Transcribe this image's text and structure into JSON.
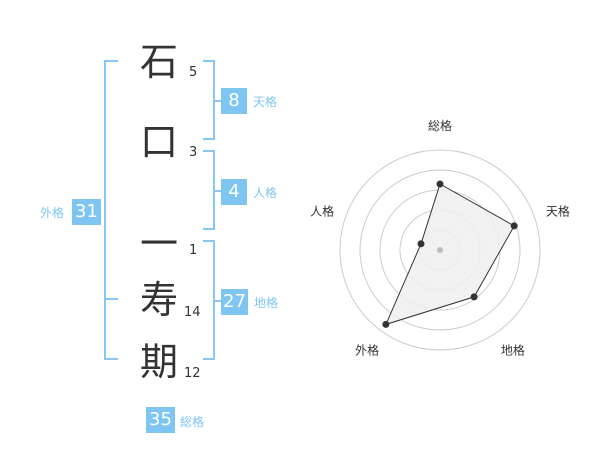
{
  "name": {
    "chars": [
      {
        "char": "石",
        "strokes": "5"
      },
      {
        "char": "口",
        "strokes": "3"
      },
      {
        "char": "一",
        "strokes": "1"
      },
      {
        "char": "寿",
        "strokes": "14"
      },
      {
        "char": "期",
        "strokes": "12"
      }
    ]
  },
  "fortune": {
    "tenkaku": {
      "value": "8",
      "label": "天格"
    },
    "jinkaku": {
      "value": "4",
      "label": "人格"
    },
    "chikaku": {
      "value": "27",
      "label": "地格"
    },
    "gaikaku": {
      "value": "31",
      "label": "外格"
    },
    "soukaku": {
      "value": "35",
      "label": "総格"
    }
  },
  "chart_data": {
    "type": "radar",
    "axes": [
      "総格",
      "天格",
      "地格",
      "外格",
      "人格"
    ],
    "values": [
      3.3,
      3.9,
      2.9,
      4.6,
      1.0
    ],
    "max": 5,
    "rings": 5,
    "colors": {
      "fill": "#eeeeee",
      "line": "#333333",
      "grid": "#cccccc",
      "center": "#bbbbbb"
    }
  }
}
